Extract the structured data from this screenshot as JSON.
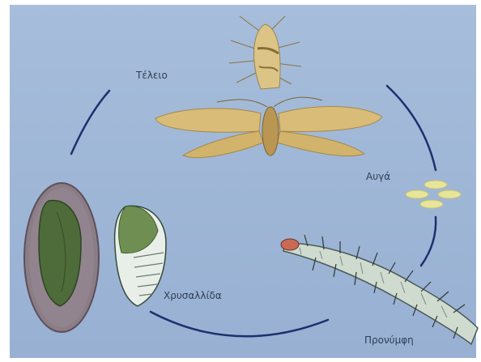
{
  "diagram": {
    "labels": {
      "adult": "Τέλειο",
      "eggs": "Αυγά",
      "larva": "Προνύμφη",
      "pupa": "Χρυσαλλίδα"
    },
    "colors": {
      "background": "#9fb6d6",
      "cycle_arrows": "#1f2f6e",
      "label_text": "#2f3f52",
      "moth_wings": "#d9bd78",
      "eggs": "#e7e59a",
      "larva_body": "#cfd9cf",
      "pupa_green": "#6f8f52",
      "cocoon": "#8b7d86"
    },
    "stages": [
      {
        "name": "adult-moth-resting",
        "icon": "moth-top-view-icon"
      },
      {
        "name": "adult-moth-spread",
        "icon": "moth-spread-wings-icon"
      },
      {
        "name": "eggs",
        "icon": "egg-cluster-icon"
      },
      {
        "name": "larva",
        "icon": "caterpillar-icon"
      },
      {
        "name": "pupa",
        "icon": "chrysalis-icon"
      },
      {
        "name": "cocoon",
        "icon": "cocoon-icon"
      }
    ]
  }
}
